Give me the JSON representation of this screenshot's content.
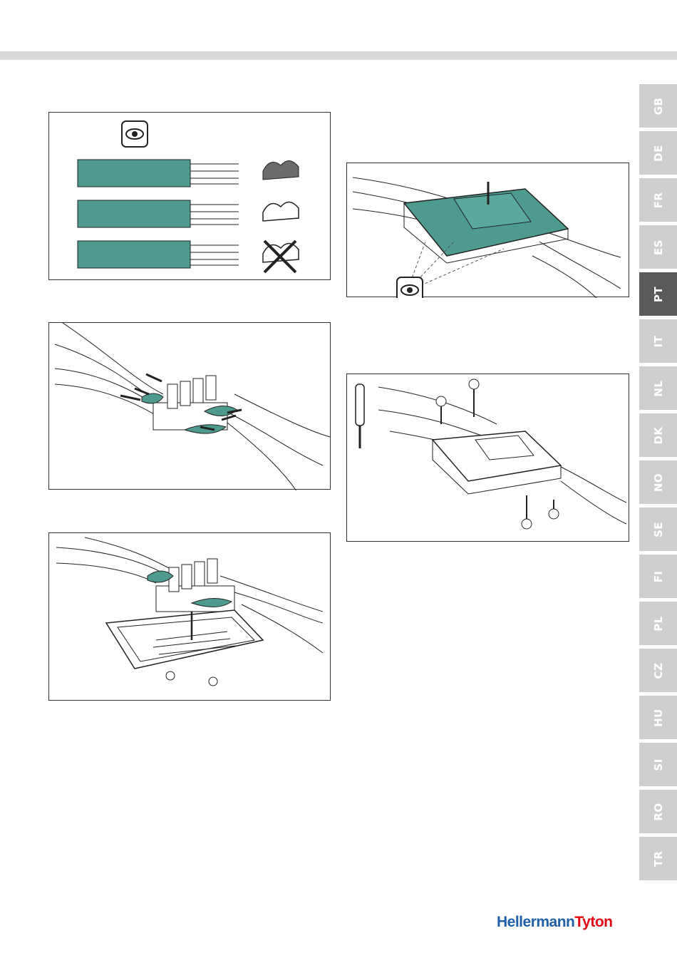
{
  "languages": {
    "tabs": [
      "GB",
      "DE",
      "FR",
      "ES",
      "PT",
      "IT",
      "NL",
      "DK",
      "NO",
      "SE",
      "FI",
      "PL",
      "CZ",
      "HU",
      "SI",
      "RO",
      "TR"
    ],
    "active": "PT"
  },
  "brand": {
    "part1": "Hellermann",
    "part2": "Tyton"
  },
  "colors": {
    "teal": "#4f9a8f",
    "tab_inactive": "#cfcfcf",
    "tab_active": "#5a5a5a",
    "brand_blue": "#1f5fa8",
    "brand_red": "#e30613"
  },
  "icons": {
    "panel1": [
      "eye-icon",
      "clamp-icon",
      "clamp-icon",
      "clamp-crossed-icon"
    ],
    "panel4": [
      "eye-icon"
    ],
    "panel5": [
      "screwdriver-icon",
      "screw-icon",
      "screw-icon",
      "screw-icon",
      "screw-icon"
    ]
  }
}
